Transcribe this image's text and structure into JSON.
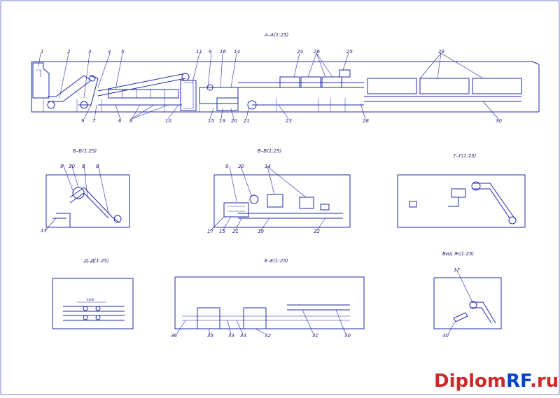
{
  "sections": {
    "aa": "A–A(1:25)",
    "bb": "Б–Б(1:25)",
    "vv": "В–В(1:25)",
    "gg": "Г–Г(1:25)",
    "dd": "Д–Д(1:25)",
    "ee": "Е–Е(1:25)",
    "zh": "Вид Ж(1:25)"
  },
  "callouts": {
    "aa": [
      "1",
      "2",
      "3",
      "4",
      "5",
      "11",
      "9",
      "16",
      "14",
      "24",
      "26",
      "25",
      "29",
      "9",
      "7",
      "6",
      "8",
      "10",
      "15",
      "19",
      "20",
      "21",
      "23",
      "28",
      "30"
    ],
    "bb": [
      "9",
      "10",
      "8",
      "6",
      "17"
    ],
    "vv": [
      "9",
      "20",
      "14",
      "17",
      "15",
      "21",
      "19",
      "22"
    ],
    "ee": [
      "36",
      "35",
      "33",
      "34",
      "32",
      "31",
      "30"
    ],
    "zh": [
      "17",
      "40"
    ]
  },
  "dimensions": {
    "dd": "4200"
  },
  "watermark": {
    "part1": "Diplom",
    "part2": "RF",
    "part3": ".ru"
  },
  "colors": {
    "line": "#1f2aa8",
    "watermark_red": "#cc2a2a",
    "watermark_blue": "#0044cc"
  }
}
